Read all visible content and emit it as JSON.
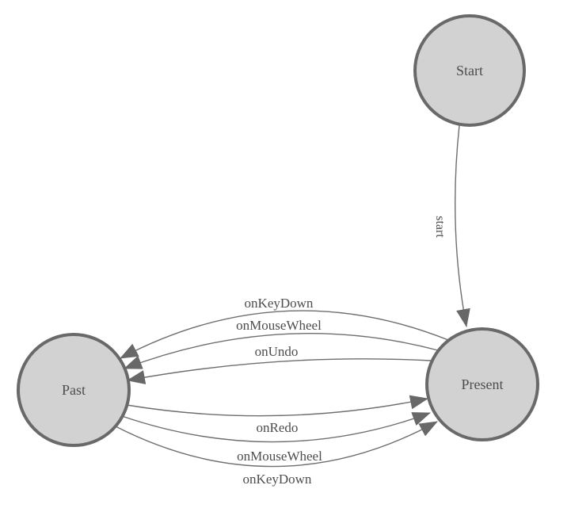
{
  "diagram": {
    "type": "state-machine",
    "colors": {
      "background": "#ffffff",
      "node_fill": "#d2d2d2",
      "node_stroke": "#696969",
      "edge_stroke": "#6e6e6e",
      "arrowhead_fill": "#686868",
      "label_text": "#4d4d4d"
    },
    "nodes": [
      {
        "id": "start",
        "label": "Start"
      },
      {
        "id": "past",
        "label": "Past"
      },
      {
        "id": "present",
        "label": "Present"
      }
    ],
    "edges": [
      {
        "from": "start",
        "to": "present",
        "label": "start"
      },
      {
        "from": "present",
        "to": "past",
        "label": "onKeyDown"
      },
      {
        "from": "present",
        "to": "past",
        "label": "onMouseWheel"
      },
      {
        "from": "present",
        "to": "past",
        "label": "onUndo"
      },
      {
        "from": "past",
        "to": "present",
        "label": "onRedo"
      },
      {
        "from": "past",
        "to": "present",
        "label": "onMouseWheel"
      },
      {
        "from": "past",
        "to": "present",
        "label": "onKeyDown"
      }
    ]
  }
}
